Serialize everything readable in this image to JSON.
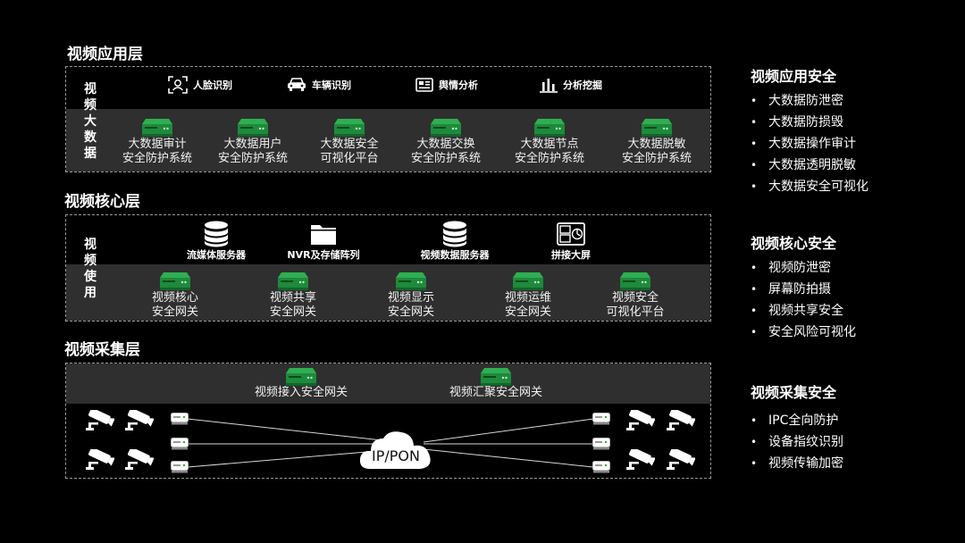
{
  "layers": {
    "app": {
      "title": "视频应用层",
      "side_label": [
        "视",
        "频",
        "大",
        "数",
        "据"
      ],
      "functions": [
        {
          "label": "人脸识别",
          "icon": "face-recognition-icon"
        },
        {
          "label": "车辆识别",
          "icon": "car-icon"
        },
        {
          "label": "舆情分析",
          "icon": "news-icon"
        },
        {
          "label": "分析挖掘",
          "icon": "bar-chart-icon"
        }
      ],
      "devices": [
        {
          "line1": "大数据审计",
          "line2": "安全防护系统"
        },
        {
          "line1": "大数据用户",
          "line2": "安全防护系统"
        },
        {
          "line1": "大数据安全",
          "line2": "可视化平台"
        },
        {
          "line1": "大数据交换",
          "line2": "安全防护系统"
        },
        {
          "line1": "大数据节点",
          "line2": "安全防护系统"
        },
        {
          "line1": "大数据脱敏",
          "line2": "安全防护系统"
        }
      ]
    },
    "core": {
      "title": "视频核心层",
      "side_label": [
        "视",
        "频",
        "使",
        "用"
      ],
      "functions": [
        {
          "label": "流媒体服务器",
          "icon": "database-icon"
        },
        {
          "label": "NVR及存储阵列",
          "icon": "folder-icon"
        },
        {
          "label": "视频数据服务器",
          "icon": "database-icon"
        },
        {
          "label": "拼接大屏",
          "icon": "screen-icon"
        }
      ],
      "devices": [
        {
          "line1": "视频核心",
          "line2": "安全网关"
        },
        {
          "line1": "视频共享",
          "line2": "安全网关"
        },
        {
          "line1": "视频显示",
          "line2": "安全网关"
        },
        {
          "line1": "视频运维",
          "line2": "安全网关"
        },
        {
          "line1": "视频安全",
          "line2": "可视化平台"
        }
      ]
    },
    "collect": {
      "title": "视频采集层",
      "gateways": [
        {
          "label": "视频接入安全网关"
        },
        {
          "label": "视频汇聚安全网关"
        }
      ],
      "cloud_label": "IP/PON"
    }
  },
  "security": [
    {
      "title": "视频应用安全",
      "items": [
        "大数据防泄密",
        "大数据防损毁",
        "大数据操作审计",
        "大数据透明脱敏",
        "大数据安全可视化"
      ]
    },
    {
      "title": "视频核心安全",
      "items": [
        "视频防泄密",
        "屏幕防拍摄",
        "视频共享安全",
        "安全风险可视化"
      ]
    },
    {
      "title": "视频采集安全",
      "items": [
        "IPC全向防护",
        "设备指纹识别",
        "视频传输加密"
      ]
    }
  ],
  "colors": {
    "device_green": "#1e8a3c",
    "band": "#2f2f2f",
    "background": "#000000"
  }
}
